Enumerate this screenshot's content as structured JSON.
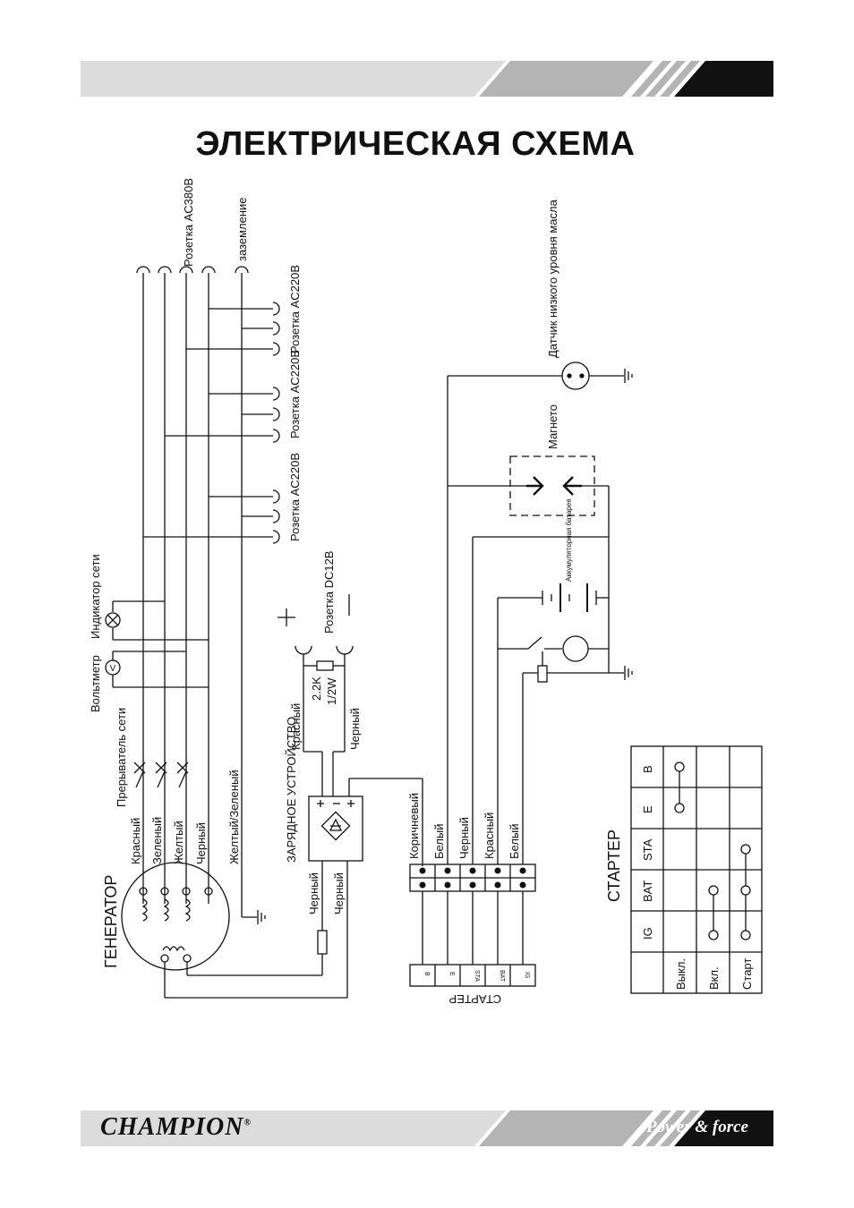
{
  "page": {
    "title": "ЭЛЕКТРИЧЕСКАЯ СХЕМА"
  },
  "footer": {
    "brand": "CHAMPION",
    "brand_mark": "®",
    "slogan": "Power & force"
  },
  "colors": {
    "band_light": "#dcdcdc",
    "band_mid": "#b4b4b4",
    "band_dark": "#111111",
    "line": "#111111"
  },
  "labels": {
    "socket_380": "Розетка AC380В",
    "ground": "заземление",
    "socket_220": "Розетка AC220В",
    "oil_sensor": "Датчик низкого уровня масла",
    "magneto": "Магнето",
    "battery": "Аккумуляторная батарея",
    "net_indicator": "Индикатор сети",
    "voltmeter": "Вольтметр",
    "breaker": "Прерыватель сети",
    "socket_dc": "Розетка DC12В",
    "resistor_value": "2.2K",
    "resistor_power": "1/2W",
    "plus": "+",
    "minus": "—",
    "charger": "ЗАРЯДНОЕ УСТРОЙСТВО",
    "generator": "ГЕНЕРАТОР",
    "starter_upper": "СТАРТЕР",
    "starter_mirrored": "СТАРТЕР",
    "wire_colors": {
      "red": "Красный",
      "green": "Зеленый",
      "yellow": "Желтый",
      "black": "Черный",
      "yellow_green": "Желтый/Зеленый",
      "brown": "Коричневый",
      "white": "Белый"
    }
  },
  "starter_terminals": [
    "B",
    "E",
    "STA",
    "BAT",
    "IG"
  ],
  "starter_table": {
    "title": "СТАРТЕР",
    "columns": [
      "IG",
      "BAT",
      "STA",
      "E",
      "B"
    ],
    "rows": [
      "Выкл.",
      "Вкл.",
      "Старт"
    ]
  }
}
